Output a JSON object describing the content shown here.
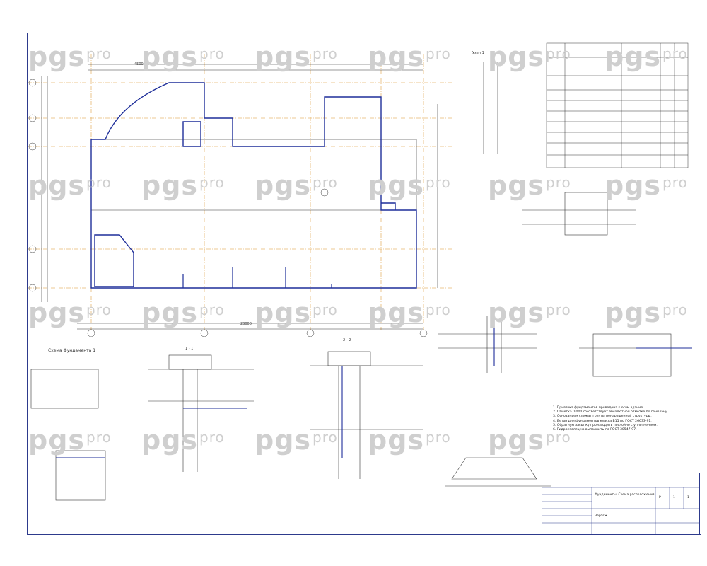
{
  "watermark": {
    "brand": "pgs",
    "suffix": "pro"
  },
  "labels": {
    "section_1_1": "1 - 1",
    "section_2_2": "2 - 2",
    "scheme_title": "Схема Фундамента 1",
    "dim_total": "23000",
    "dim_segment": "4500",
    "node": "Узел 1"
  },
  "notes": [
    "1. Привязка фундаментов приведена к осям здания.",
    "2. Отметка 0.000 соответствует абсолютной отметке по генплану.",
    "3. Основанием служат грунты ненарушенной структуры.",
    "4. Бетон для фундаментов класса В15 по ГОСТ 26633-91.",
    "5. Обратную засыпку производить послойно с уплотнением.",
    "6. Гидроизоляцию выполнить по ГОСТ 30547-97."
  ],
  "stamp": {
    "title": "Фундаменты. Схема расположения",
    "sheet": "1",
    "sheets": "1",
    "stage": "Р",
    "doc": "Чертёж"
  }
}
